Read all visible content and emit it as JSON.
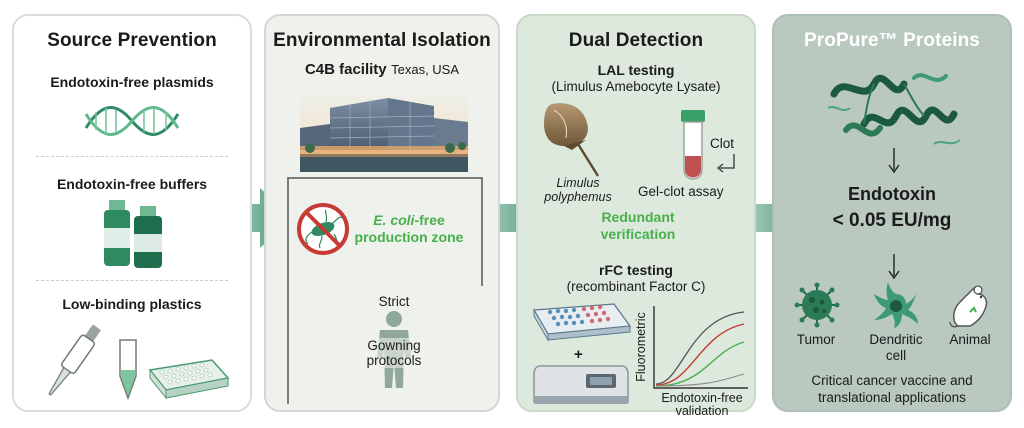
{
  "panels": {
    "source": {
      "title": "Source Prevention",
      "items": [
        "Endotoxin-free plasmids",
        "Endotoxin-free buffers",
        "Low-binding plastics"
      ]
    },
    "isolation": {
      "title": "Environmental Isolation",
      "facility": "C4B facility",
      "location": "Texas, USA",
      "zone_italic": "E. coli",
      "zone_suffix": "-free",
      "zone_line2": "production zone",
      "strict": "Strict",
      "gowning_1": "Gowning",
      "gowning_2": "protocols"
    },
    "detection": {
      "title": "Dual Detection",
      "lal_title": "LAL testing",
      "lal_sub": "(Limulus Amebocyte Lysate)",
      "limulus_1": "Limulus",
      "limulus_2": "polyphemus",
      "clot": "Clot",
      "gelclot": "Gel-clot assay",
      "redundant_1": "Redundant",
      "redundant_2": "verification",
      "rfc_title": "rFC testing",
      "rfc_sub": "(recombinant Factor C)",
      "plus": "+",
      "fluorometric": "Fluorometric",
      "validation_1": "Endotoxin-free",
      "validation_2": "validation"
    },
    "propure": {
      "title": "ProPure™ Proteins",
      "endotoxin_1": "Endotoxin",
      "endotoxin_2": "< 0.05 EU/mg",
      "tumor": "Tumor",
      "dendritic_1": "Dendritic",
      "dendritic_2": "cell",
      "animal": "Animal",
      "footer_1": "Critical cancer vaccine and",
      "footer_2": "translational applications"
    }
  },
  "colors": {
    "dark_green": "#1f6e4e",
    "mid_green": "#3e9a72",
    "light_green": "#47b04b",
    "prohibit_red": "#c63b33"
  }
}
